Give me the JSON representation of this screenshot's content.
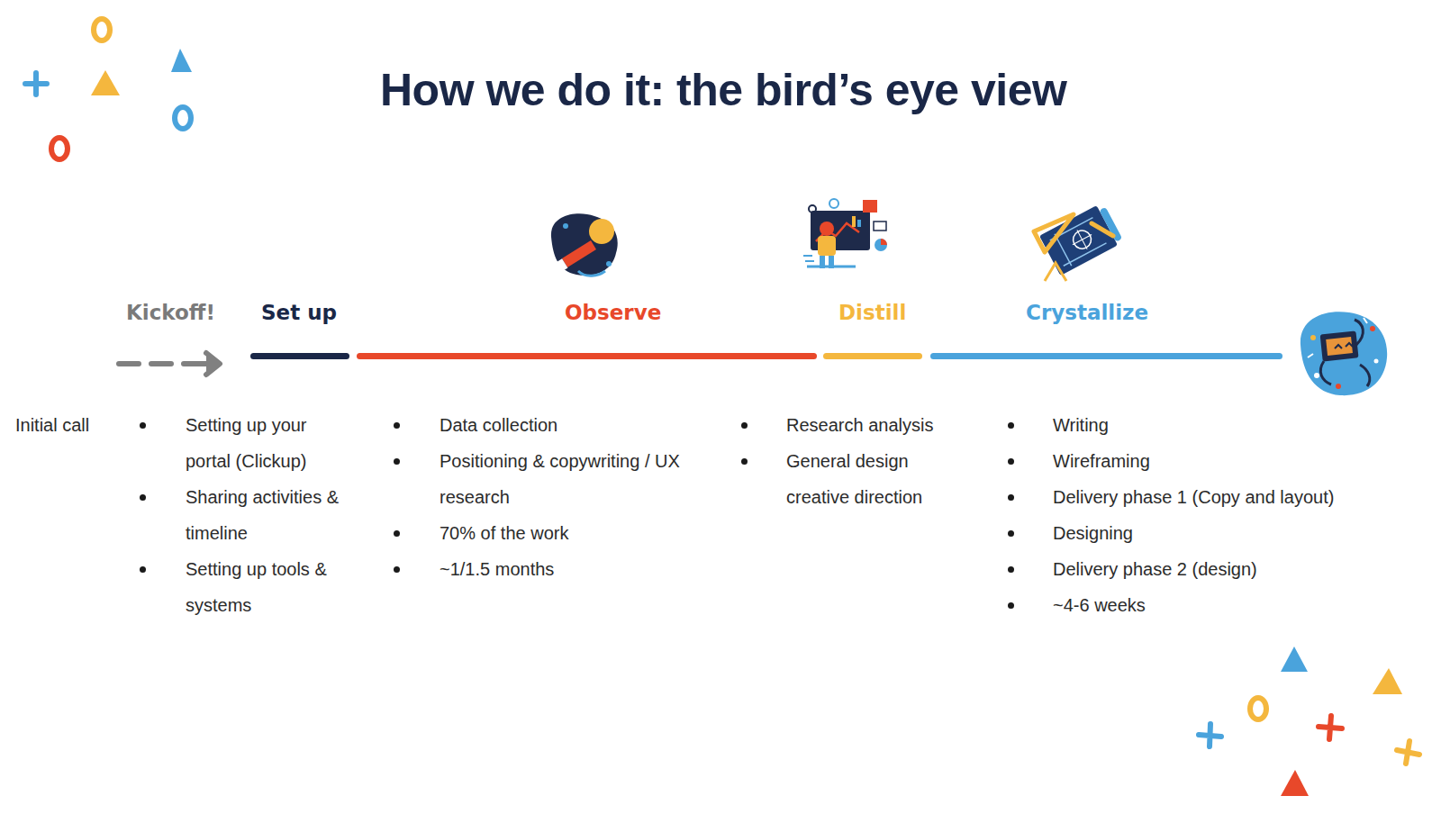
{
  "diagram": {
    "title": "How we do it: the bird’s eye view",
    "nodes": [
      {
        "text": [
          "Kickoff!",
          "Initial call"
        ]
      },
      {
        "text": [
          "Set up",
          "Setting up your portal (Clickup)",
          "Sharing activities & timeline",
          "Setting up tools & systems"
        ]
      },
      {
        "text": [
          "Observe",
          "Data collection",
          "Positioning & copywriting / UX research",
          "70% of the work",
          "~1/1.5 months"
        ]
      },
      {
        "text": [
          "Distill",
          "Research analysis",
          "General design creative direction"
        ]
      },
      {
        "text": [
          "Crystallize",
          "Writing",
          "Wireframing",
          "Delivery phase 1 (Copy and layout)",
          "Designing",
          "Delivery phase 2 (design)",
          "~4-6 weeks"
        ]
      }
    ]
  }
}
